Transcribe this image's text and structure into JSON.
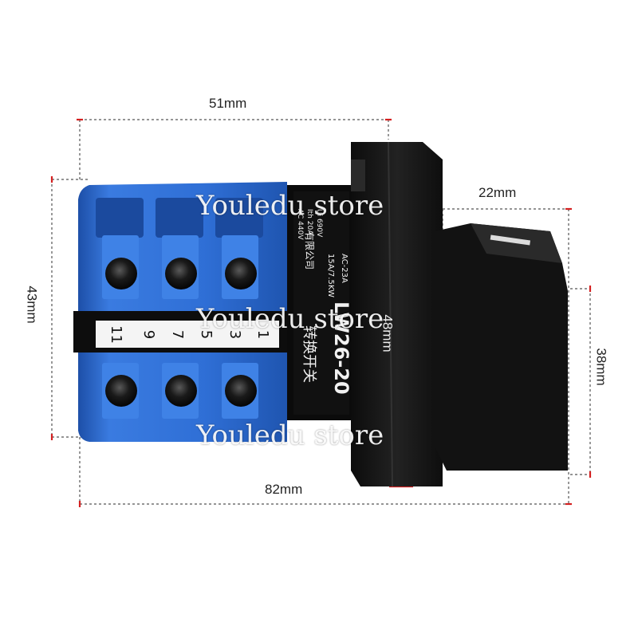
{
  "dimensions": {
    "top_width": "51mm",
    "left_height": "43mm",
    "panel_depth": "22mm",
    "panel_height": "48mm",
    "knob_height": "38mm",
    "total_length": "82mm"
  },
  "switch_body_text": {
    "model": "LW26-20",
    "type_cn": "转换开关",
    "rating_1": "Ui 690V",
    "rating_2": "Ith 20A",
    "rating_3": "AC-23A",
    "rating_4": "AC 440V",
    "rating_5": "15A/7.5KW",
    "maker_cn": "有限公司"
  },
  "terminal_numbers": [
    "11",
    "9",
    "7",
    "5",
    "3",
    "1"
  ],
  "watermark": "Youledu store",
  "colors": {
    "body_blue": "#2f6fd6",
    "body_blue_dark": "#1c4ea8",
    "black_part": "#141414",
    "dimension_line": "#444444",
    "dimension_marker": "#d42020"
  }
}
